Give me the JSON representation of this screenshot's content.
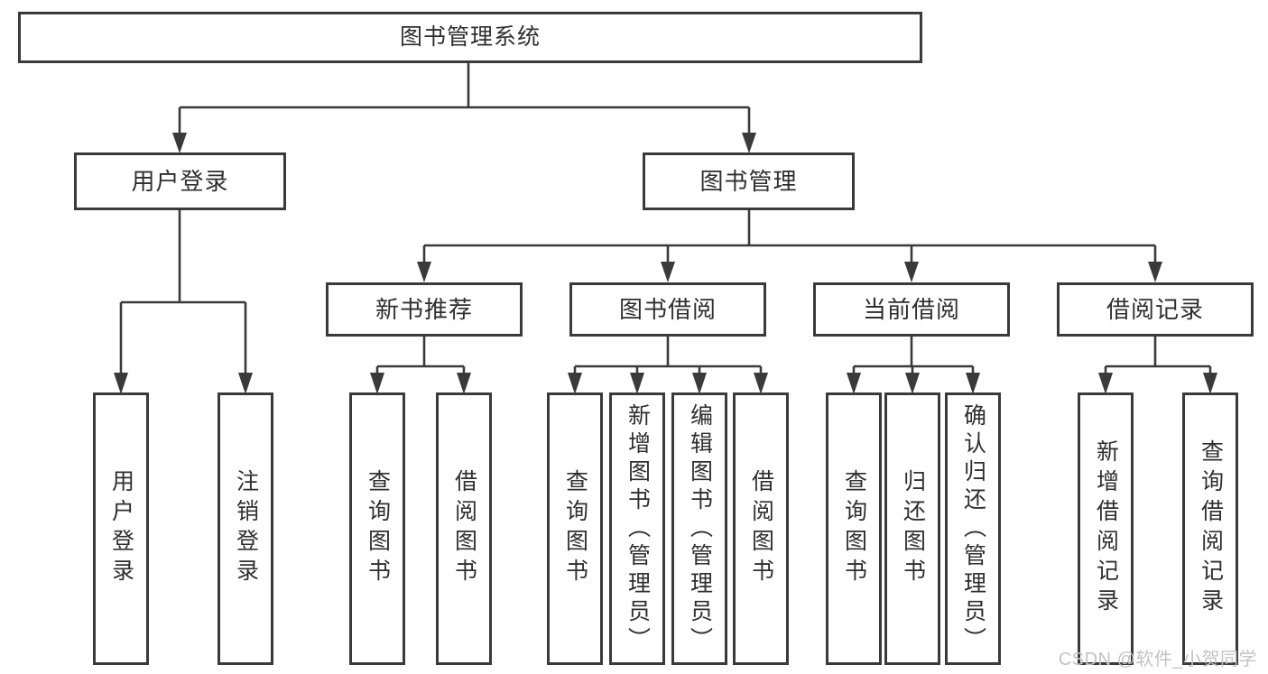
{
  "tree": {
    "root": {
      "label": "图书管理系统"
    },
    "level1": [
      {
        "label": "用户登录"
      },
      {
        "label": "图书管理"
      }
    ],
    "level2": [
      {
        "label": "新书推荐"
      },
      {
        "label": "图书借阅"
      },
      {
        "label": "当前借阅"
      },
      {
        "label": "借阅记录"
      }
    ],
    "leaves": {
      "user_login": [
        {
          "label": "用户登录"
        },
        {
          "label": "注销登录"
        }
      ],
      "new_book_rec": [
        {
          "label": "查询图书"
        },
        {
          "label": "借阅图书"
        }
      ],
      "book_borrow": [
        {
          "label": "查询图书"
        },
        {
          "label": "新增图书（管理员）"
        },
        {
          "label": "编辑图书（管理员）"
        },
        {
          "label": "借阅图书"
        }
      ],
      "current_borrow": [
        {
          "label": "查询图书"
        },
        {
          "label": "归还图书"
        },
        {
          "label": "确认归还（管理员）"
        }
      ],
      "borrow_records": [
        {
          "label": "新增借阅记录"
        },
        {
          "label": "查询借阅记录"
        }
      ]
    }
  },
  "watermark": {
    "text": "CSDN @软件_小贺同学"
  },
  "colors": {
    "line": "#3a3a3a",
    "box_border": "#3a3a3a",
    "text": "#2f2f2f",
    "watermark": "#c3c3c3",
    "background": "#ffffff"
  }
}
